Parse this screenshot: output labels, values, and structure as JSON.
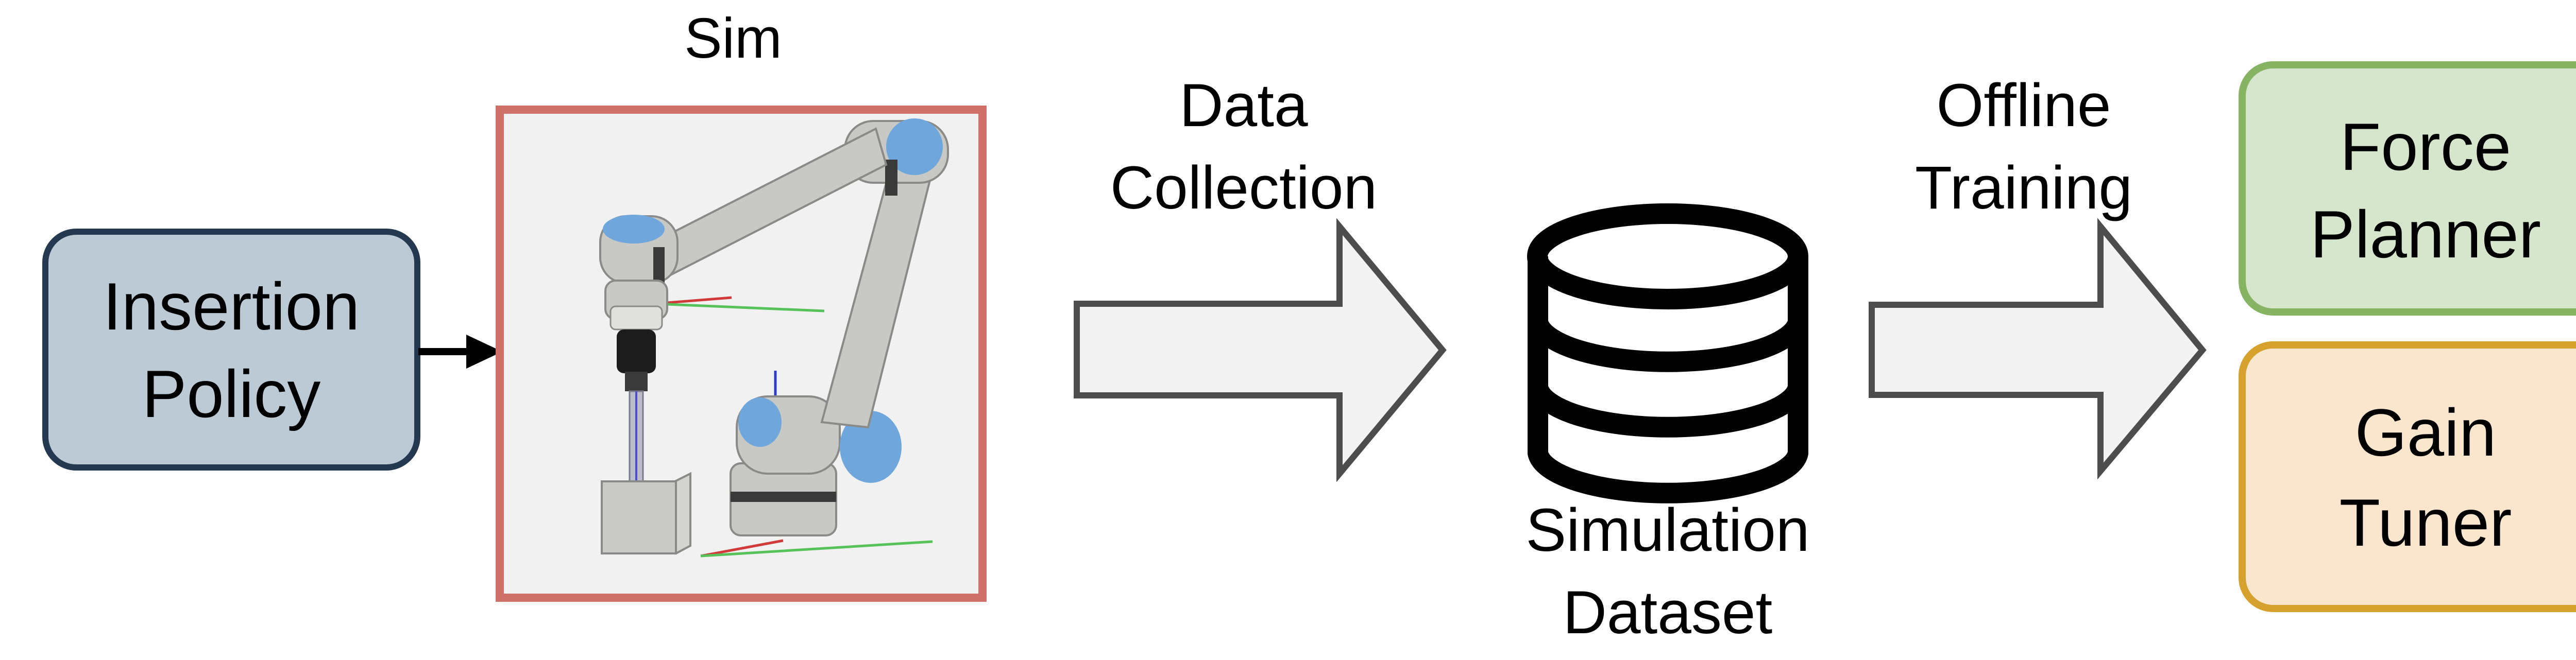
{
  "input_box": {
    "line1": "Insertion",
    "line2": "Policy"
  },
  "sim": {
    "label": "Sim"
  },
  "step1": {
    "line1": "Data",
    "line2": "Collection"
  },
  "dataset": {
    "line1": "Simulation",
    "line2": "Dataset"
  },
  "step2": {
    "line1": "Offline",
    "line2": "Training"
  },
  "outputs": {
    "force_planner": {
      "line1": "Force",
      "line2": "Planner"
    },
    "gain_tuner": {
      "line1": "Gain",
      "line2": "Tuner"
    }
  },
  "colors": {
    "input_fill": "#bccad6",
    "input_stroke": "#24384f",
    "sim_frame": "#cf7069",
    "arrow_fill": "#f3f3f3",
    "arrow_stroke": "#4d4d4d",
    "planner_fill": "#d6e6cc",
    "planner_stroke": "#86b462",
    "tuner_fill": "#fae6cc",
    "tuner_stroke": "#d7a12d",
    "robot_body": "#c8c8c5",
    "robot_joint": "#6fa7dc",
    "robot_band": "#3a3a3a"
  },
  "icons": [
    "database-icon",
    "robot-arm-illustration",
    "block-arrow"
  ]
}
